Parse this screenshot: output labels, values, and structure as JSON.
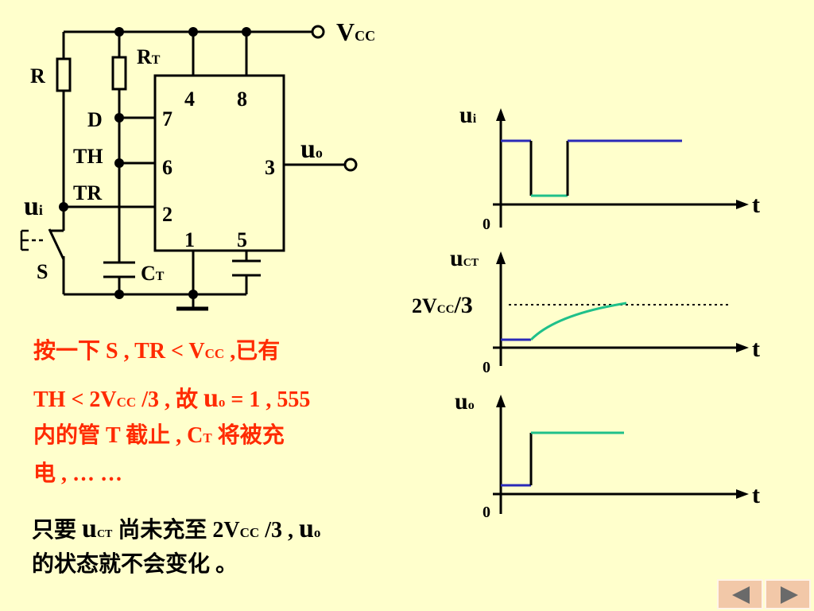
{
  "circuit": {
    "vcc_main": "V",
    "vcc_sub": "CC",
    "r_label": "R",
    "rt_main": "R",
    "rt_sub": "T",
    "d_label": "D",
    "th_label": "TH",
    "tr_label": "TR",
    "ui_main": "u",
    "ui_sub": "i",
    "s_label": "S",
    "ct_main": "C",
    "ct_sub": "T",
    "uo_main": "u",
    "uo_sub": "o",
    "pins": [
      "4",
      "8",
      "7",
      "6",
      "3",
      "2",
      "1",
      "5"
    ]
  },
  "waveforms": {
    "ui": {
      "label_main": "u",
      "label_sub": "i",
      "t_label": "t",
      "origin": "0"
    },
    "uct": {
      "label_main": "u",
      "label_sub": "CT",
      "t_label": "t",
      "origin": "0",
      "level_main": "2V",
      "level_sub": "CC",
      "level_tail": "/3"
    },
    "uo": {
      "label_main": "u",
      "label_sub": "o",
      "t_label": "t",
      "origin": "0"
    }
  },
  "colors": {
    "blue": "#2a2ab8",
    "green": "#1fc08a",
    "red_text": "#ff2a00"
  },
  "explanation_red": {
    "l1_a": "按一下 S , TR < V",
    "l1_sub": "CC",
    "l1_b": " ,已有",
    "l2_a": "TH < 2V",
    "l2_sub": "CC",
    "l2_b": " /3 , 故 ",
    "l2_u": "u",
    "l2_usub": "o",
    "l2_c": " = 1 , 555",
    "l3_a": "内的管 T 截止 , C",
    "l3_sub": "T",
    "l3_b": " 将被充",
    "l4": "电 , … …"
  },
  "explanation_black": {
    "l1_a": "只要 ",
    "l1_u": "u",
    "l1_usub": "CT",
    "l1_b": " 尚未充至 2V",
    "l1_sub": "CC",
    "l1_c": " /3 , ",
    "l1_u2": "u",
    "l1_u2sub": "o",
    "l2": "的状态就不会变化 。"
  },
  "nav": {
    "prev": "previous",
    "next": "next"
  }
}
